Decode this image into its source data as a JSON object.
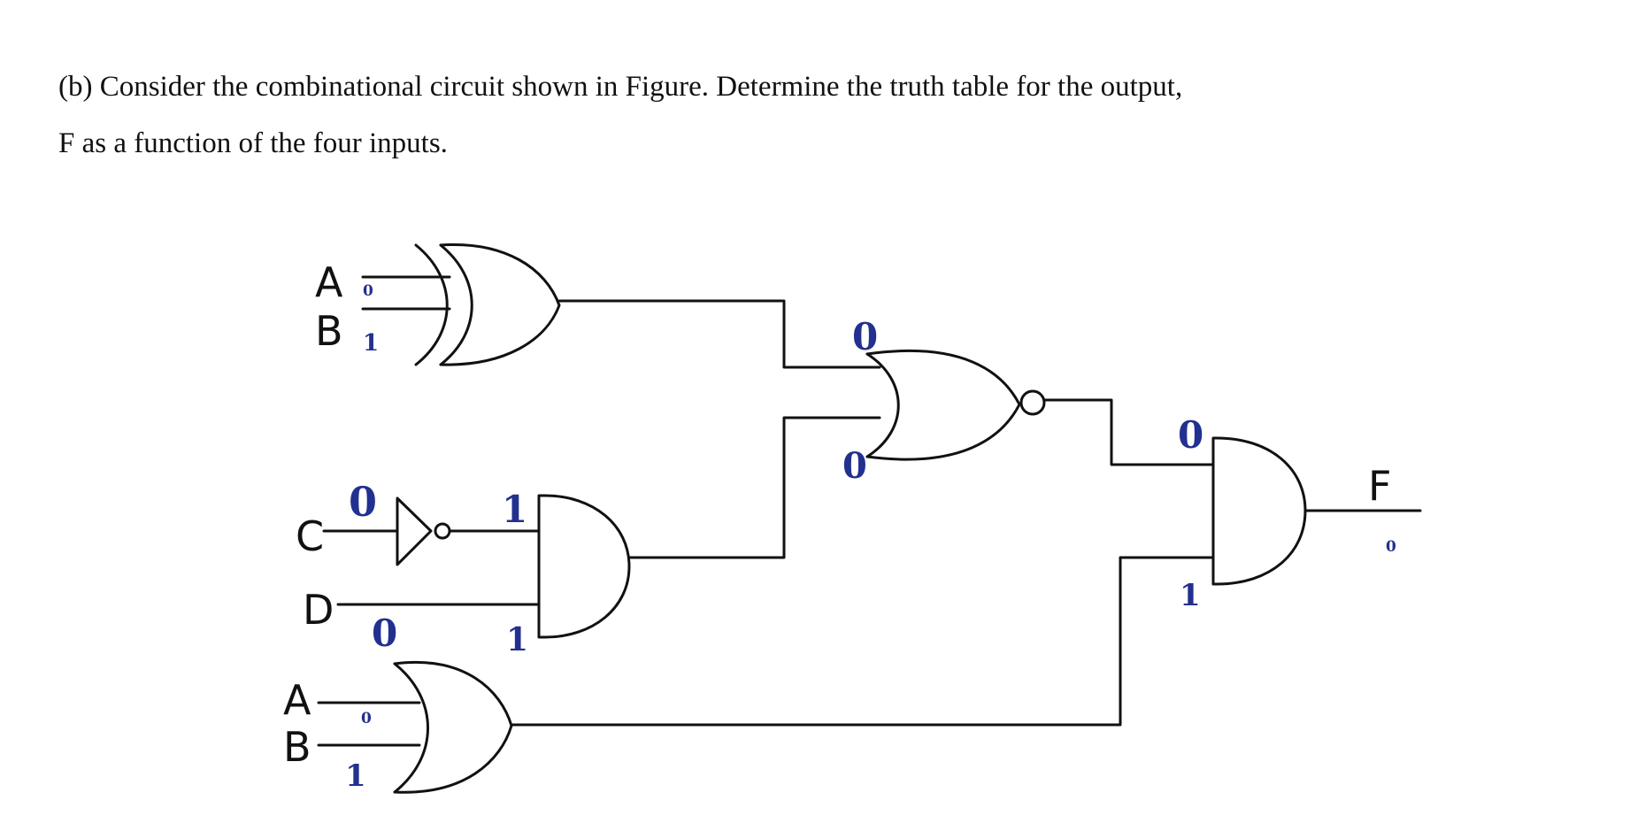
{
  "question": {
    "line1": "(b) Consider the combinational circuit shown in Figure. Determine the truth table for the output,",
    "line2": "F as a function of the four inputs."
  },
  "circuit": {
    "inputs": {
      "xor_a": "A",
      "xor_b": "B",
      "not_c": "C",
      "and_d": "D",
      "or_a": "A",
      "or_b": "B"
    },
    "output": "F",
    "gates": [
      "xor",
      "not",
      "and",
      "nor",
      "or",
      "and"
    ],
    "handwritten": {
      "xor_a_value": "0",
      "xor_b_value": "1",
      "not_in_value": "0",
      "not_out_value": "1",
      "d_value": "0",
      "and_d_value": "1",
      "nor_in_top": "0",
      "nor_in_bottom": "0",
      "and_in_top": "0",
      "and_in_bottom": "1",
      "or_a_value": "0",
      "or_b_value": "1",
      "f_value": "0"
    },
    "colors": {
      "ink": "#111111",
      "handwriting": "#22308f"
    }
  }
}
